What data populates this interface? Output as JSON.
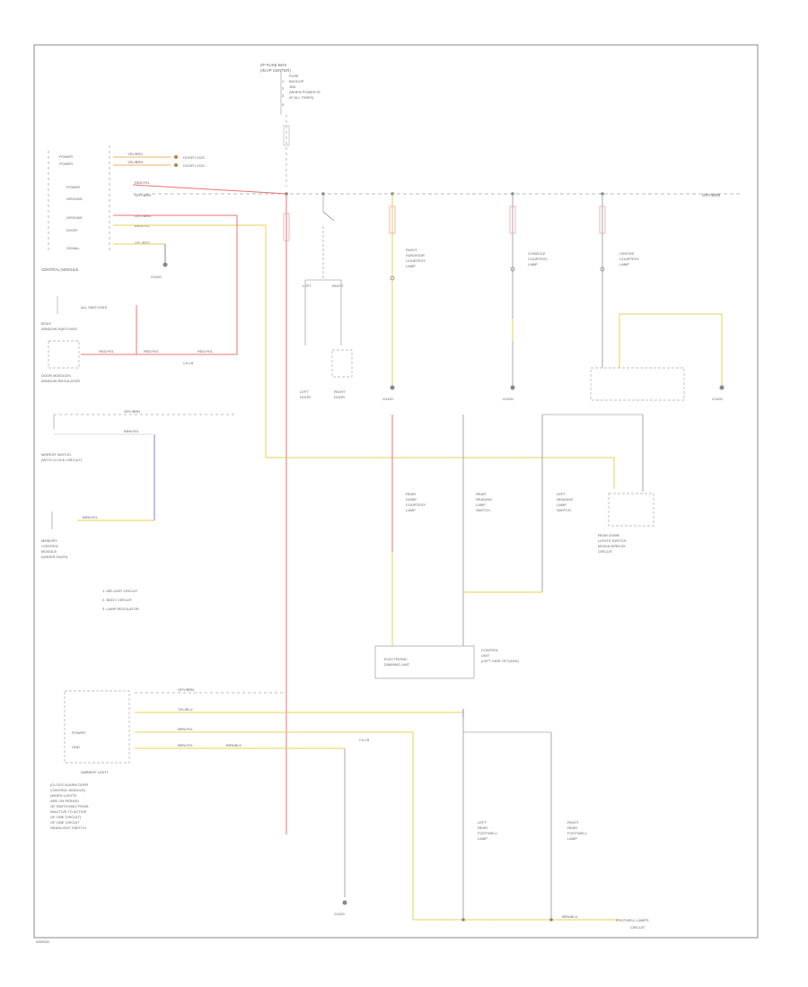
{
  "footer_id": "W09000",
  "colors": {
    "border": "#888888",
    "wire_gray": "#b8b8b8",
    "wire_red": "#f07070",
    "wire_yellow": "#e8d050",
    "wire_blue": "#8080e0",
    "component": "#999999"
  },
  "fuse_block": {
    "title1": "I/P FUSE BOX",
    "title2": "(IN I/P CENTER)",
    "lines": [
      "FUSE",
      "BACKUP",
      "15A",
      "(WHEN POWER IS",
      "AT ALL TIMES)"
    ]
  },
  "left_module": {
    "name": "CENTRAL MODULE",
    "pin_labels": [
      "POWER",
      "POWER",
      "POWER",
      "GROUND",
      "GROUND",
      "DOOR",
      "SIGNAL"
    ],
    "wire_labels": [
      "YEL/RED",
      "YEL/BRN",
      "RED/YEL",
      "GRY/BRN",
      "GRY/BRN",
      "BRN/YEL",
      "YEL/RED"
    ],
    "side_labels": [
      "DOOR LOCK",
      "DOOR LOCK"
    ]
  },
  "ground_labels": [
    "G1100",
    "G1100",
    "G1100",
    "G1100",
    "G1100"
  ],
  "connector_labels": [
    "C4 LB",
    "C4 LB"
  ],
  "top_bus_label": "GRY/BRN",
  "small_modules": {
    "top": [
      "ALL SWITCHES",
      "BODY",
      "WINDOW SWITCHES"
    ],
    "bottom": [
      "DOOR MODULES",
      "WINDOW REGULATOR"
    ]
  },
  "switch_block": {
    "wire1": "GRY/BRN",
    "wire2": "BRN/YEL",
    "label": [
      "MIRROR SWITCH",
      "(WITH CLOCK CIRCUIT)"
    ]
  },
  "memory_block": {
    "wire": "BRN/YEL",
    "label": [
      "MEMORY",
      "CONTROL",
      "MODULE",
      "(UNDER DASH)"
    ]
  },
  "legend": [
    "1. AIR LIMIT CIRCUIT",
    "2. BODY CIRCUIT",
    "3. LAMP REGULATOR"
  ],
  "lamps_top": [
    {
      "label": [
        "RIGHT",
        "SUNVISOR",
        "COURTESY",
        "LAMP"
      ]
    },
    {
      "label": [
        "CONSOLE",
        "COURTESY",
        "LAMP"
      ]
    },
    {
      "label": [
        "CENTER",
        "COURTESY",
        "LAMP"
      ]
    }
  ],
  "switches_row": [
    "LEFT",
    "RIGHT"
  ],
  "door_labels": [
    "LEFT",
    "DOOR",
    "RIGHT",
    "DOOR"
  ],
  "lamps_mid": [
    {
      "label": [
        "REAR",
        "DOME",
        "COURTESY",
        "LAMP"
      ]
    },
    {
      "label": [
        "REAR",
        "READING",
        "LAMP",
        "SWITCH"
      ]
    },
    {
      "label": [
        "LEFT",
        "READING",
        "LAMP",
        "SWITCH"
      ]
    }
  ],
  "right_mid_module": [
    "REAR DOME",
    "LIGHTS SWITCH",
    "MODULE/RELAY",
    "CIRCUIT"
  ],
  "bottom_module": {
    "name": [
      "ELECTRONIC",
      "DIMMING UNIT"
    ],
    "side": [
      "CONTROL",
      "UNIT",
      "(LEFT SIDE OF DASH)"
    ]
  },
  "lower_unit": {
    "name": "AMBIENT LIGHT",
    "pins": [
      "POWER",
      "GND"
    ],
    "wires": [
      "GRY/BRN",
      "YEL/BLU",
      "BRN/YEL",
      "BRN/BLK"
    ],
    "description": [
      "(CLOCK ALARM OVER",
      "CONTROL MODULE)",
      "(WHEN LIGHTS",
      "ARE ON PERIOD",
      "OF SWITCHING FROM",
      "INACTIVE TO ACTIVE",
      "OF ONE CIRCUIT)",
      "OF ONE CIRCUIT",
      "HEADLIGHT SWITCH"
    ]
  },
  "footwell": {
    "left": [
      "LEFT",
      "REAR",
      "FOOTWELL",
      "LAMP"
    ],
    "right": [
      "RIGHT",
      "REAR",
      "FOOTWELL",
      "LAMP"
    ],
    "bottom_wire": "BRN/BLU",
    "bottom_label": [
      "FOOTWELL LAMPS",
      "CIRCUIT"
    ]
  }
}
